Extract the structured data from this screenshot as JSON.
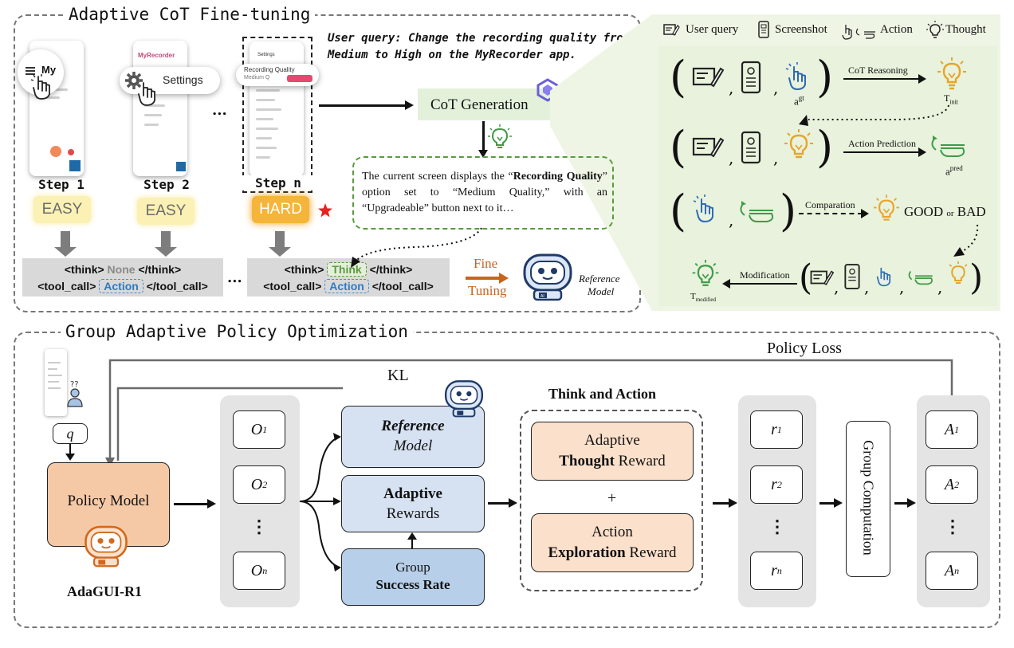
{
  "top_section": {
    "title": "Adaptive CoT Fine-tuning",
    "user_query": "User query: Change the recording quality from Medium to High on the MyRecorder app.",
    "phone1": {
      "zoom_text": "My"
    },
    "phone2": {
      "app_name": "MyRecorder",
      "zoom_text": "Settings"
    },
    "phone3": {
      "header": "Settings",
      "zoom_text": "Recording Quality",
      "sub_text": "Medium Q"
    },
    "ellipsis": "...",
    "steps": [
      "Step 1",
      "Step 2",
      "Step n"
    ],
    "badges": [
      "EASY",
      "EASY",
      "HARD"
    ],
    "cot_generation": "CoT Generation",
    "cot_text_1": "The current screen displays the “",
    "cot_text_bold": "Recording Quality",
    "cot_text_2": "” option set to “Medium Quality,” with an “Upgradeable” button next to it…",
    "tc1": {
      "think_open": "<think>",
      "think_value": "None",
      "think_close": "</think>",
      "tool_open": "<tool_call>",
      "action": "Action",
      "tool_close": "</tool_call>"
    },
    "tc2": {
      "think_open": "<think>",
      "think_value": "Think",
      "think_close": "</think>",
      "tool_open": "<tool_call>",
      "action": "Action",
      "tool_close": "</tool_call>"
    },
    "tc_ellipsis": "...",
    "fine_tuning_1": "Fine",
    "fine_tuning_2": "Tuning",
    "reference_model_1": "Reference",
    "reference_model_2": "Model"
  },
  "legend": {
    "user_query": "User query",
    "screenshot": "Screenshot",
    "action": "Action",
    "thought": "Thought"
  },
  "cot_panel": {
    "row1_arrow": "CoT Reasoning",
    "a_gt": "a",
    "a_gt_sup": "gt",
    "t_init": "T",
    "t_init_sub": "init",
    "row2_arrow": "Action Prediction",
    "a_pred": "a",
    "a_pred_sup": "pred",
    "row3_arrow": "Comparation",
    "good": "GOOD",
    "or": "or",
    "bad": "BAD",
    "row4_arrow": "Modification",
    "t_mod": "T",
    "t_mod_sub": "modified"
  },
  "bottom_section": {
    "title": "Group Adaptive Policy Optimization",
    "policy_loss": "Policy Loss",
    "kl": "KL",
    "q": "q",
    "policy_model": "Policy Model",
    "model_name": "AdaGUI-R1",
    "outputs": [
      "O1",
      "O2",
      "On"
    ],
    "outputs_main": [
      "O",
      "O",
      "O"
    ],
    "outputs_sub": [
      "1",
      "2",
      "n"
    ],
    "ref_model_1": "Reference",
    "ref_model_2": "Model",
    "adaptive_1": "Adaptive",
    "adaptive_2": "Rewards",
    "group_1": "Group",
    "group_2": "Success Rate",
    "think_action_title": "Think and Action",
    "reward1_line1": "Adaptive",
    "reward1_bold": "Thought",
    "reward1_rest": " Reward",
    "plus": "+",
    "reward2_line1": "Action",
    "reward2_bold": "Exploration",
    "reward2_rest": " Reward",
    "rewards_main": [
      "r",
      "r",
      "r"
    ],
    "rewards_sub": [
      "1",
      "2",
      "n"
    ],
    "group_computation": "Group Computation",
    "adv_main": [
      "A",
      "A",
      "A"
    ],
    "adv_sub": [
      "1",
      "2",
      "n"
    ],
    "dots": "⋮"
  },
  "colors": {
    "peach": "#f6c9a6",
    "blue_box": "#d6e2f2",
    "green_panel": "#eef5e4",
    "hard_orange": "#f5b43a",
    "easy_yellow": "#fbf1b5",
    "fine_tuning_orange": "#c8641e",
    "thought_green": "#3e9b48",
    "thought_yellow": "#e7a52a"
  }
}
